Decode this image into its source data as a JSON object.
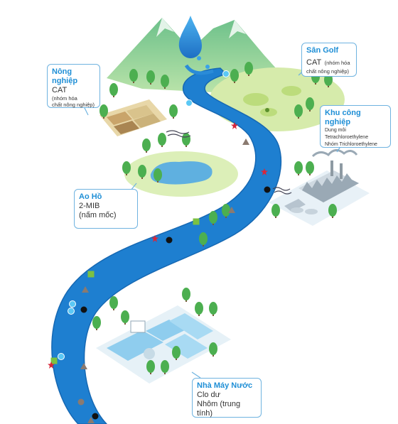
{
  "callouts": {
    "agriculture": {
      "title": "Nông nghiệp",
      "line1": "CAT",
      "line2": "(nhóm hóa",
      "line3": "chất nông nghiệp)"
    },
    "golf": {
      "title": "Sân Golf",
      "line1": "CAT",
      "line2": "(nhóm hóa",
      "line3": "chất nông nghiệp)"
    },
    "industry": {
      "title": "Khu công nghiệp",
      "line1": "Dung môi",
      "line2": "Tetrachloroethylene",
      "line3": "Nhóm Trichloroethylene"
    },
    "lake": {
      "title": "Ao Hồ",
      "line1": "2-MIB",
      "line2": "(nấm mốc)"
    },
    "plant": {
      "title": "Nhà Máy Nước",
      "line1": "Clo dư",
      "line2": "Nhôm (trung tính)"
    }
  },
  "colors": {
    "river": "#1e7fd0",
    "river_edge": "#1668b3",
    "mountain": "#8fce9a",
    "meadow": "#cfe7a0",
    "lake": "#5fb0e0",
    "tree": "#4caf50",
    "callout_title": "#1f8fd6",
    "callout_border": "#6fb3e0",
    "marker_red": "#d8263a",
    "marker_green": "#7cc142",
    "marker_gray": "#8a7a70",
    "marker_black": "#111111"
  },
  "icons": [
    "water-drop-icon",
    "factory-icon",
    "water-treatment-plant-icon",
    "farm-field-icon",
    "tree-icon"
  ]
}
